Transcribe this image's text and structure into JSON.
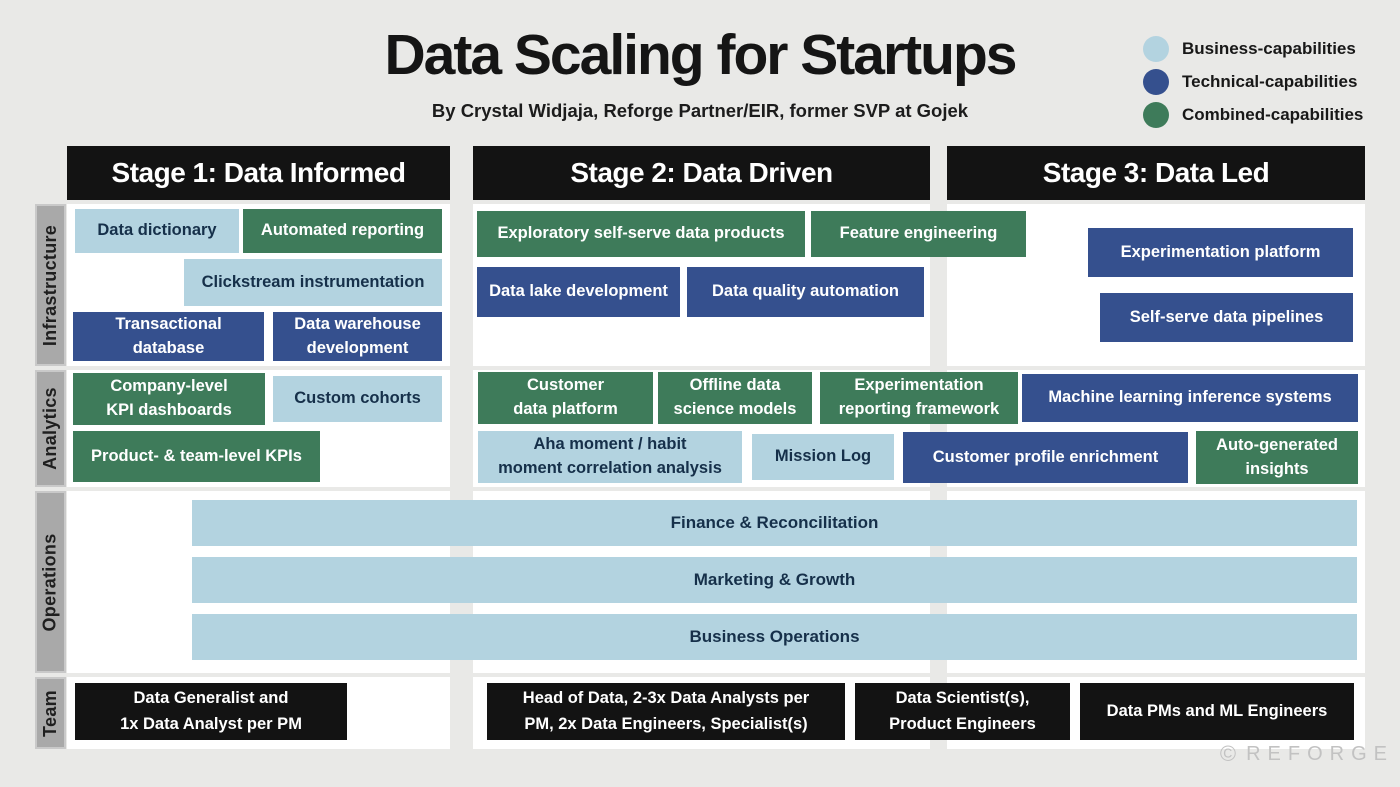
{
  "header": {
    "title": "Data Scaling for Startups",
    "subtitle": "By Crystal Widjaja, Reforge Partner/EIR, former SVP at Gojek"
  },
  "legend": {
    "items": [
      {
        "id": "business",
        "label": "Business-capabilities",
        "color": "#b3d3e0"
      },
      {
        "id": "technical",
        "label": "Technical-capabilities",
        "color": "#35508e"
      },
      {
        "id": "combined",
        "label": "Combined-capabilities",
        "color": "#3e7b5a"
      }
    ]
  },
  "stages": [
    {
      "label": "Stage 1: Data Informed"
    },
    {
      "label": "Stage 2: Data Driven"
    },
    {
      "label": "Stage 3: Data Led"
    }
  ],
  "rows": [
    {
      "label": "Infrastructure"
    },
    {
      "label": "Analytics"
    },
    {
      "label": "Operations"
    },
    {
      "label": "Team"
    }
  ],
  "capabilities": {
    "data_dictionary": {
      "label": "Data dictionary",
      "type": "business"
    },
    "automated_reporting": {
      "label": "Automated reporting",
      "type": "combined"
    },
    "clickstream_instrumentation": {
      "label": "Clickstream instrumentation",
      "type": "business"
    },
    "transactional_database": {
      "lines": [
        "Transactional",
        "database"
      ],
      "type": "technical"
    },
    "data_warehouse_development": {
      "lines": [
        "Data warehouse",
        "development"
      ],
      "type": "technical"
    },
    "exploratory_self_serve_data_products": {
      "label": "Exploratory self-serve data products",
      "type": "combined"
    },
    "feature_engineering": {
      "label": "Feature engineering",
      "type": "combined"
    },
    "data_lake_development": {
      "label": "Data lake development",
      "type": "technical"
    },
    "data_quality_automation": {
      "label": "Data quality automation",
      "type": "technical"
    },
    "experimentation_platform": {
      "label": "Experimentation platform",
      "type": "technical"
    },
    "self_serve_data_pipelines": {
      "label": "Self-serve data pipelines",
      "type": "technical"
    },
    "company_level_kpi_dashboards": {
      "lines": [
        "Company-level",
        "KPI dashboards"
      ],
      "type": "combined"
    },
    "custom_cohorts": {
      "label": "Custom cohorts",
      "type": "business"
    },
    "product_team_level_kpis": {
      "label": "Product- & team-level KPIs",
      "type": "combined"
    },
    "customer_data_platform": {
      "lines": [
        "Customer",
        "data platform"
      ],
      "type": "combined"
    },
    "offline_data_science_models": {
      "lines": [
        "Offline data",
        "science models"
      ],
      "type": "combined"
    },
    "experimentation_reporting_framework": {
      "lines": [
        "Experimentation",
        "reporting framework"
      ],
      "type": "combined"
    },
    "aha_moment_correlation": {
      "lines": [
        "Aha moment / habit",
        "moment correlation analysis"
      ],
      "type": "business"
    },
    "mission_log": {
      "label": "Mission Log",
      "type": "business"
    },
    "machine_learning_inference_systems": {
      "label": "Machine learning inference systems",
      "type": "technical"
    },
    "customer_profile_enrichment": {
      "label": "Customer profile enrichment",
      "type": "technical"
    },
    "auto_generated_insights": {
      "lines": [
        "Auto-generated",
        "insights"
      ],
      "type": "combined"
    }
  },
  "operations": [
    {
      "label": "Finance & Reconcilitation"
    },
    {
      "label": "Marketing & Growth"
    },
    {
      "label": "Business Operations"
    }
  ],
  "team": [
    {
      "lines": [
        "Data Generalist and",
        "1x Data Analyst per PM"
      ]
    },
    {
      "lines": [
        "Head of Data, 2-3x Data Analysts per",
        "PM, 2x Data Engineers, Specialist(s)"
      ]
    },
    {
      "lines": [
        "Data Scientist(s),",
        "Product Engineers"
      ]
    },
    {
      "label": "Data PMs and ML Engineers"
    }
  ],
  "footer": {
    "copyright": "©",
    "brand": "REFORGE"
  },
  "colors": {
    "business": "#b3d3e0",
    "technical": "#35508e",
    "combined": "#3e7b5a",
    "stage_header": "#131313",
    "team_box": "#131313",
    "row_label_bar": "#a9a9a9",
    "panel": "#ffffff",
    "background": "#e9e9e7",
    "dark_text": "#16304a"
  }
}
